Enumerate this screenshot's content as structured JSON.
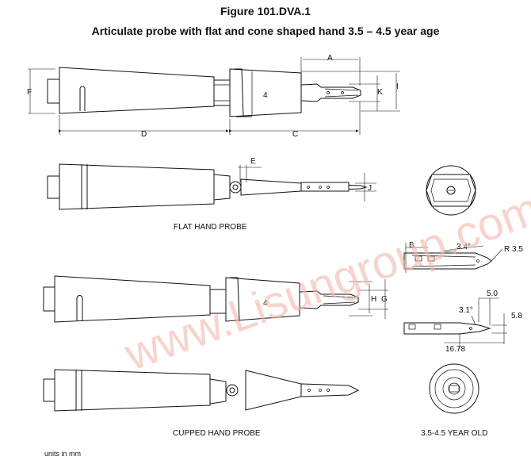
{
  "figure_title": "Figure 101.DVA.1",
  "figure_subtitle": "Articulate probe with flat and cone shaped hand 3.5 – 4.5 year age",
  "captions": {
    "flat": "FLAT HAND PROBE",
    "cupped": "CUPPED HAND PROBE",
    "age": "3.5-4.5 YEAR OLD",
    "units": "units in mm"
  },
  "dimension_labels": {
    "A": "A",
    "B": "B",
    "C": "C",
    "D": "D",
    "E": "E",
    "F": "F",
    "G": "G",
    "H": "H",
    "I": "I",
    "J": "J",
    "K": "K",
    "angle_1": "3.4°",
    "radius": "R 3.5",
    "len_5": "5.0",
    "angle_2": "3.1°",
    "len_58": "5.8",
    "len_1678": "16.78"
  },
  "hand_symbol": "4",
  "watermark": "www.Lisungroup.com"
}
